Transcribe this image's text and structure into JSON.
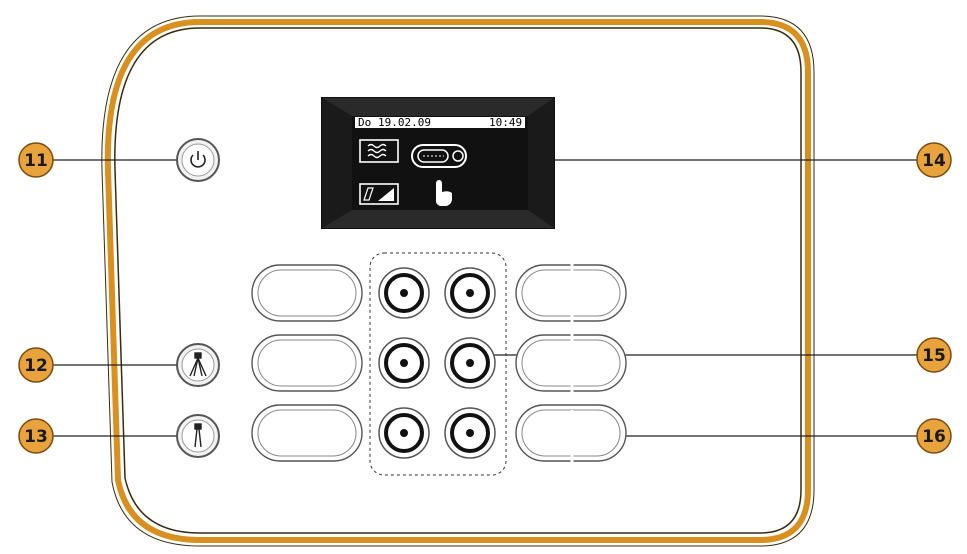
{
  "display": {
    "day": "Do",
    "date": "19.02.09",
    "time": "10:49"
  },
  "callouts": {
    "power_button": "11",
    "lamp_button_spread": "12",
    "lamp_button_narrow": "13",
    "display": "14",
    "round_buttons": "15",
    "pill_buttons": "16"
  },
  "colors": {
    "housing_outline": "#D9901E",
    "callout_fill": "#E8A33C",
    "callout_stroke": "#7A4A0E",
    "screen": "#111111",
    "line": "#222222"
  },
  "icons": {
    "power": "power-icon",
    "spread_light": "spread-light-icon",
    "narrow_light": "narrow-light-icon",
    "waves": "waves-icon",
    "signal": "signal-strength-icon",
    "hand": "hand-pointer-icon",
    "device": "device-icon"
  }
}
